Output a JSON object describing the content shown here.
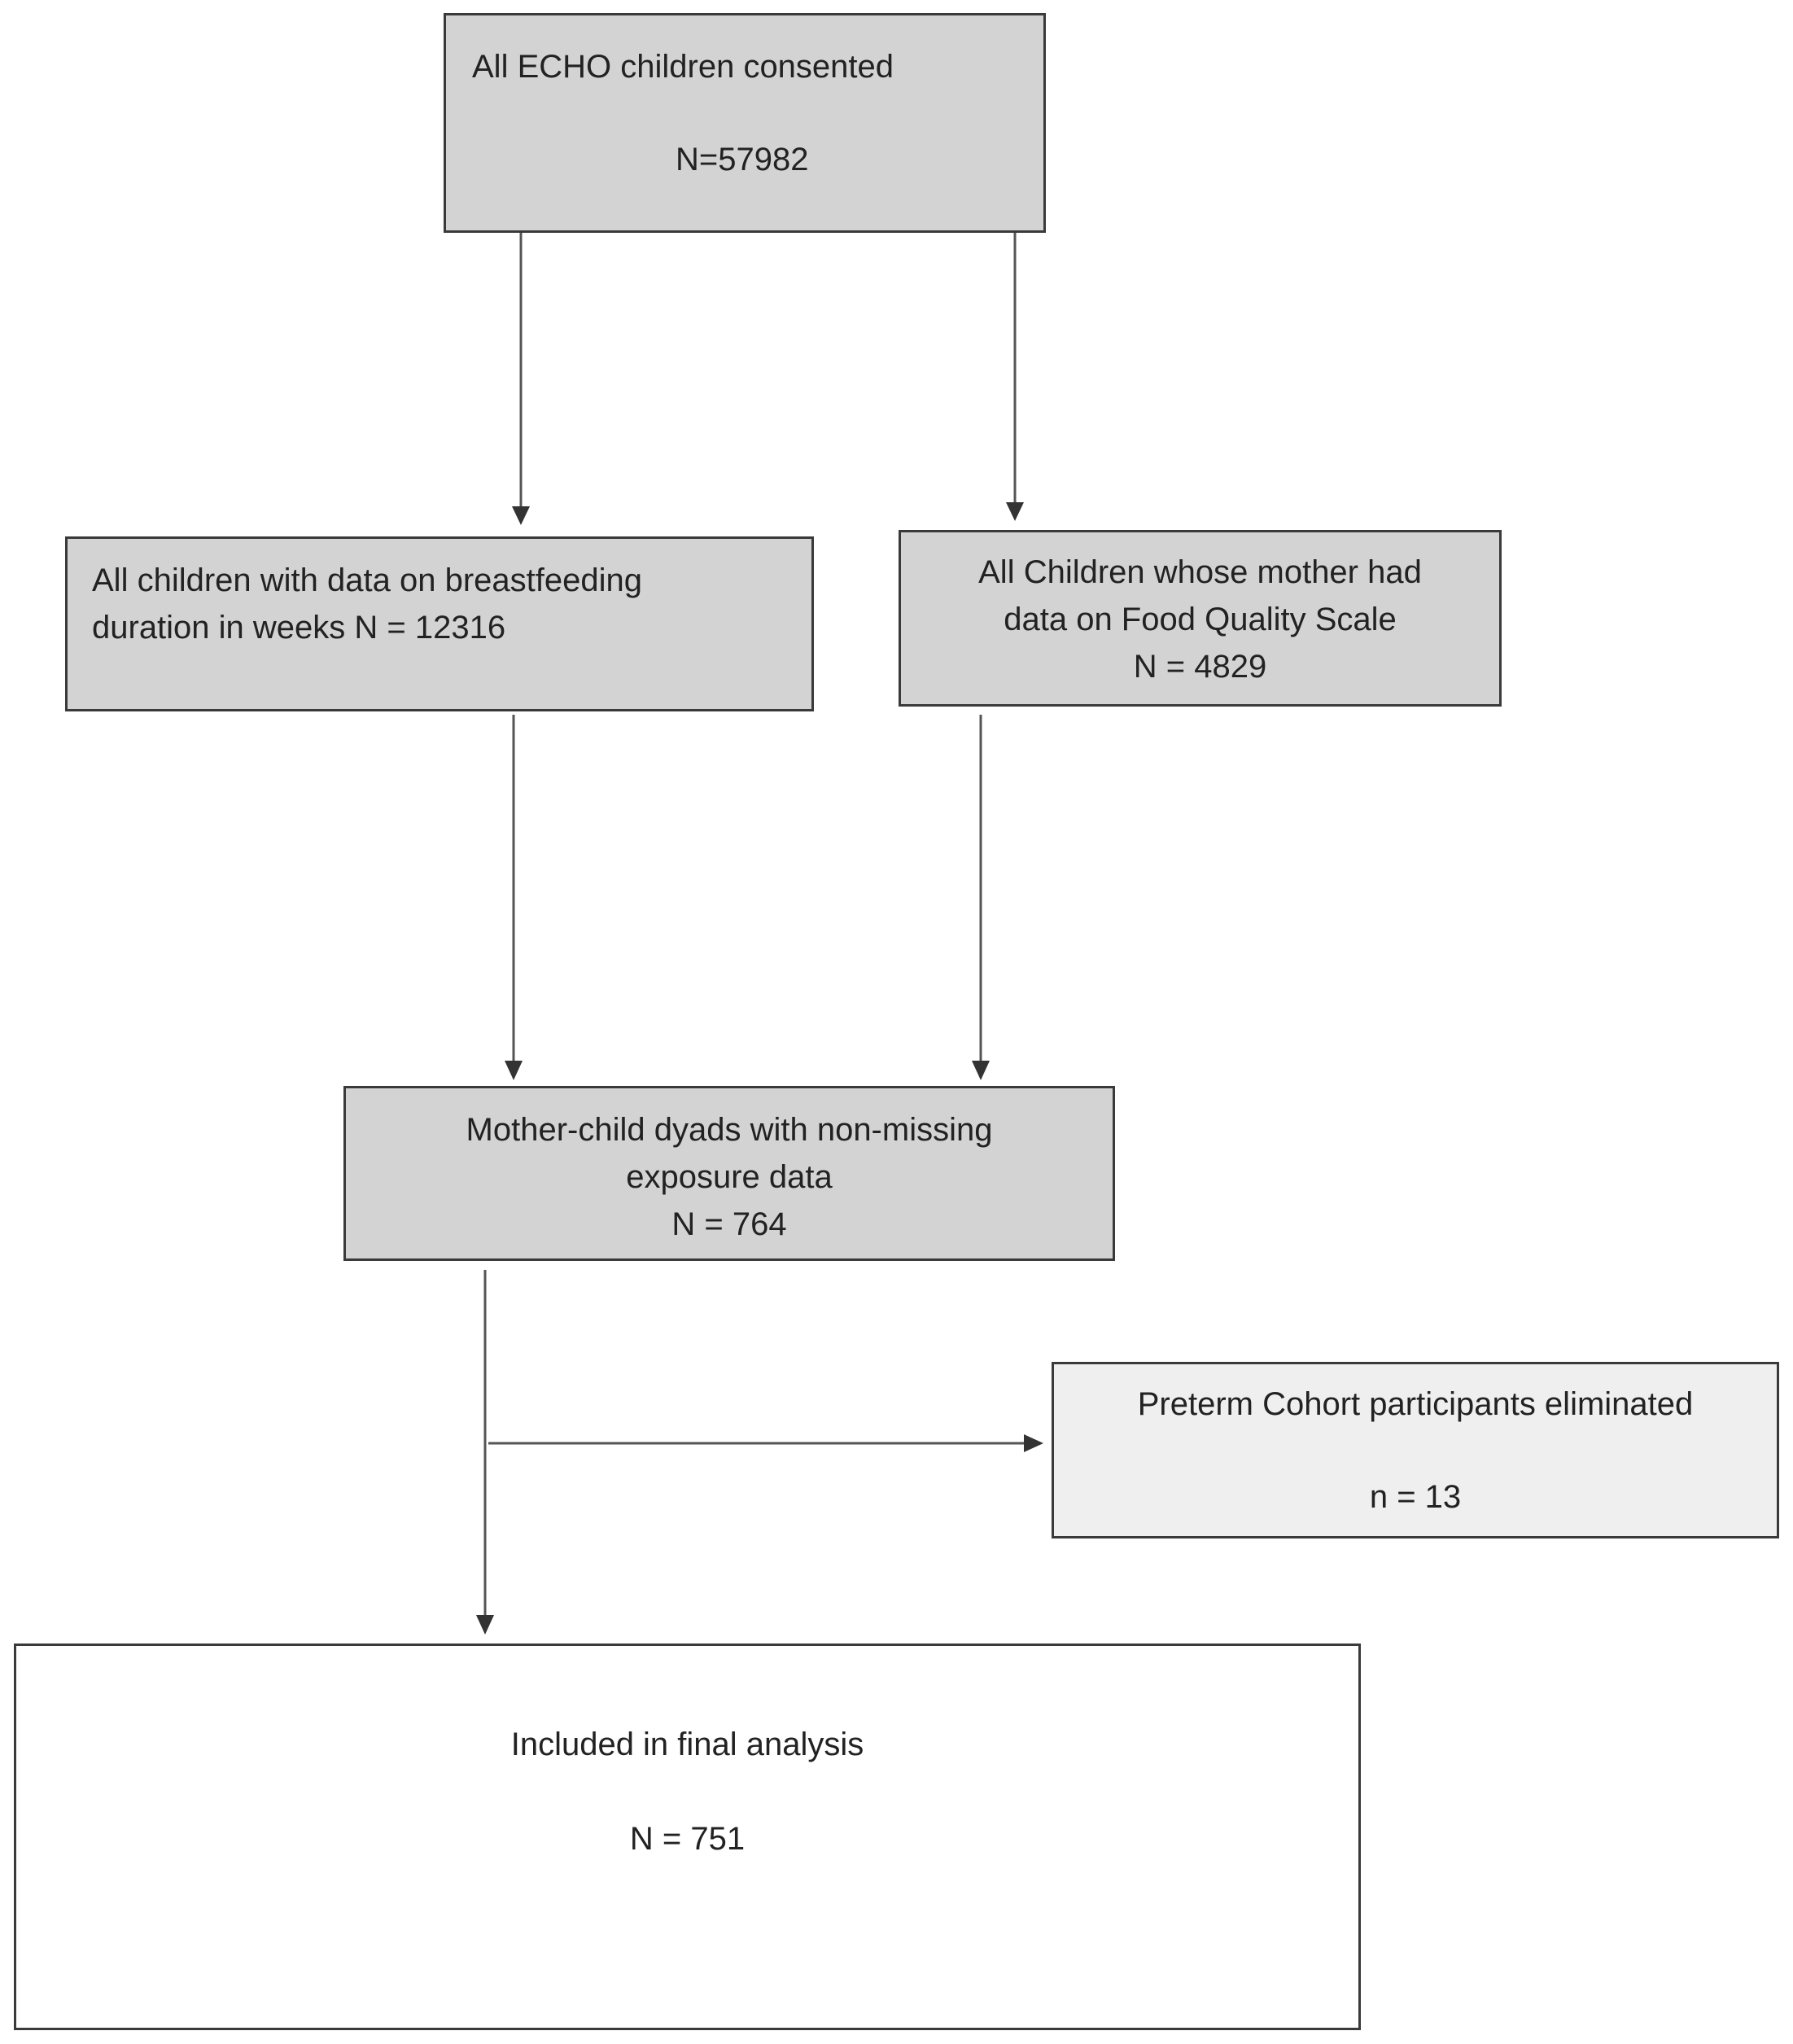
{
  "nodes": {
    "consented": {
      "label": "All ECHO children consented",
      "count": "N=57982"
    },
    "breastfeeding": {
      "line1": "All children with data on breastfeeding",
      "line2": "duration in weeks N = 12316"
    },
    "food_quality": {
      "line1": "All Children whose mother had",
      "line2": "data on Food Quality Scale",
      "count": "N = 4829"
    },
    "dyads": {
      "line1": "Mother-child dyads with non-missing",
      "line2": "exposure data",
      "count": "N = 764"
    },
    "preterm": {
      "label": "Preterm Cohort participants eliminated",
      "count": "n = 13"
    },
    "final": {
      "label": "Included in final analysis",
      "count": "N = 751"
    }
  },
  "colors": {
    "box_fill": "#d3d3d3",
    "excluded_fill": "#efefef",
    "final_fill": "#ffffff",
    "stroke": "#3a3a3a"
  }
}
